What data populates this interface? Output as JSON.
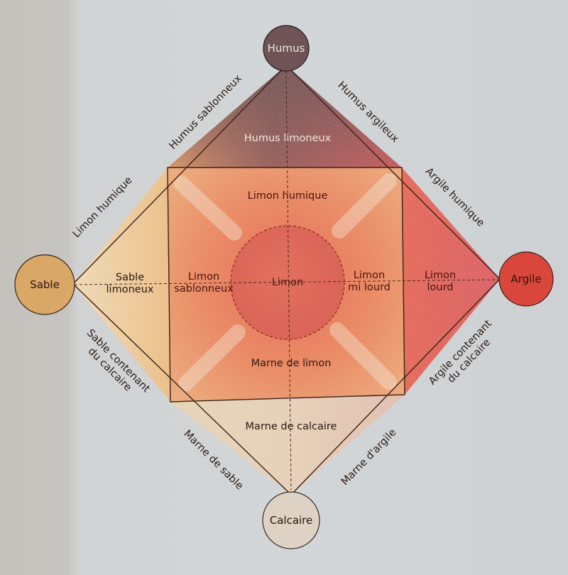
{
  "diagram": {
    "title": "",
    "vertices": {
      "top": {
        "label": "Humus",
        "color": "#6e5457"
      },
      "left": {
        "label": "Sable",
        "color": "#d9a766"
      },
      "right": {
        "label": "Argile",
        "color": "#d9473c"
      },
      "bottom": {
        "label": "Calcaire",
        "color": "#ddd2c3"
      }
    },
    "center": {
      "label": "Limon",
      "color": "#d9401f"
    },
    "edge_labels": {
      "top_left_outer": "Humus sablonneux",
      "top_right_outer": "Humus argileux",
      "left_upper_outer": "Limon humique",
      "right_upper_outer": "Argile humique",
      "left_lower_outer": [
        "Sable contenant",
        "du calcaire"
      ],
      "right_lower_outer": [
        "Argile contenant",
        "du calcaire"
      ],
      "bottom_left_outer": "Marne de sable",
      "bottom_right_outer": "Marne d'argile"
    },
    "regions": {
      "top_triangle": "Humus limoneux",
      "square_top": "Limon humique",
      "left_triangle": [
        "Sable",
        "limoneux"
      ],
      "square_left": [
        "Limon",
        "sablonneux"
      ],
      "square_right": [
        "Limon",
        "mi lourd"
      ],
      "right_triangle": [
        "Limon",
        "lourd"
      ],
      "square_bottom": "Marne de limon",
      "bottom_triangle": "Marne de calcaire"
    },
    "colors": {
      "outline": "#3a2218",
      "background": "#d3d6d8",
      "humus_region": "#8e3a34",
      "sand_region": "#e6c290",
      "clay_region": "#d9493a",
      "calc_region": "#e2cdb2"
    }
  }
}
